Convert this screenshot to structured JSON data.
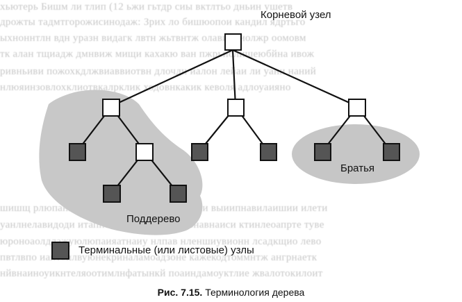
{
  "labels": {
    "root": "Корневой узел",
    "subtree": "Поддерево",
    "siblings": "Братья",
    "legend": "Терминальные (или листовые) узлы"
  },
  "caption": {
    "number": "Рис. 7.15.",
    "text": "Терминология дерева"
  },
  "colors": {
    "leaf_fill": "#555555",
    "internal_fill": "#ffffff",
    "subtree_blob": "#c8c8c8",
    "siblings_blob": "#c6c6c6",
    "edge": "#111111"
  }
}
